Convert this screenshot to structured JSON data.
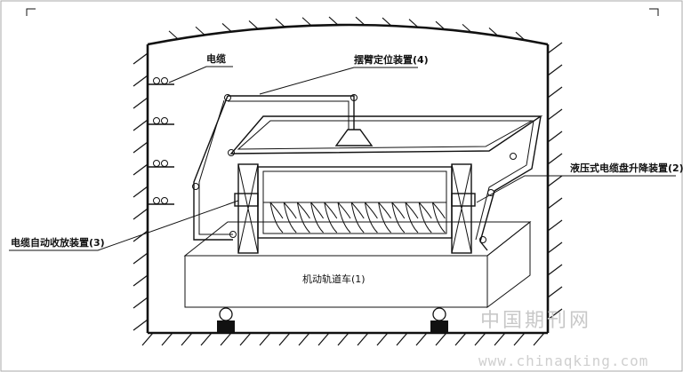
{
  "labels": {
    "cable": "电缆",
    "swing_arm_positioner": "摆臂定位装置(4)",
    "hydraulic_reel_lift": "液压式电缆盘升降装置(2)",
    "cable_auto_reel": "电缆自动收放装置(3)",
    "motor_rail_car": "机动轨道车(1)"
  },
  "watermark": {
    "cn": "中国期刊网",
    "url": "www.chinaqking.com"
  }
}
